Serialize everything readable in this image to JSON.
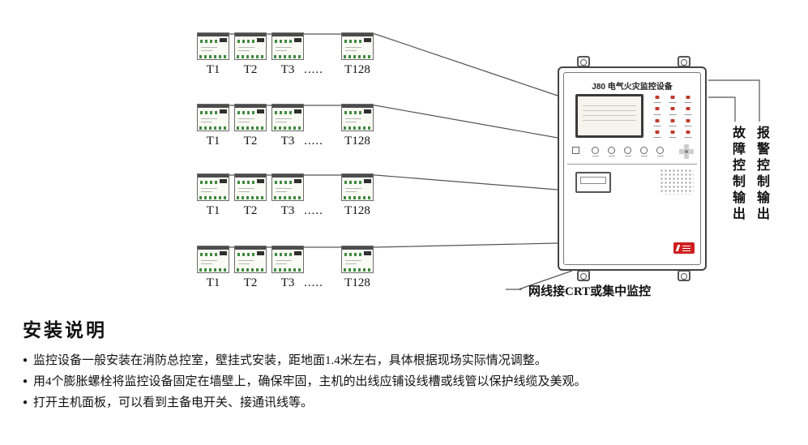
{
  "diagram": {
    "rows": [
      {
        "labels": [
          "T1",
          "T2",
          "T3",
          ".....",
          "T128"
        ]
      },
      {
        "labels": [
          "T1",
          "T2",
          "T3",
          ".....",
          "T128"
        ]
      },
      {
        "labels": [
          "T1",
          "T2",
          "T3",
          ".....",
          "T128"
        ]
      },
      {
        "labels": [
          "T1",
          "T2",
          "T3",
          ".....",
          "T128"
        ]
      }
    ],
    "panel": {
      "title": "J80 电气火灾监控设备"
    },
    "callouts": {
      "fault_output": "故障控制输出",
      "alarm_output": "报警控制输出",
      "network": "网线接CRT或集中监控"
    },
    "colors": {
      "terminal_green": "#3f8a3f",
      "accent_red": "#c0392b",
      "logo_red": "#cf1f1f",
      "line": "#555555"
    }
  },
  "instructions": {
    "heading": "安装说明",
    "bullet": "●",
    "items": [
      "监控设备一般安装在消防总控室，壁挂式安装，距地面1.4米左右，具体根据现场实际情况调整。",
      "用4个膨胀螺栓将监控设备固定在墙壁上，确保牢固，主机的出线应铺设线槽或线管以保护线缆及美观。",
      "打开主机面板，可以看到主备电开关、接通讯线等。"
    ]
  }
}
